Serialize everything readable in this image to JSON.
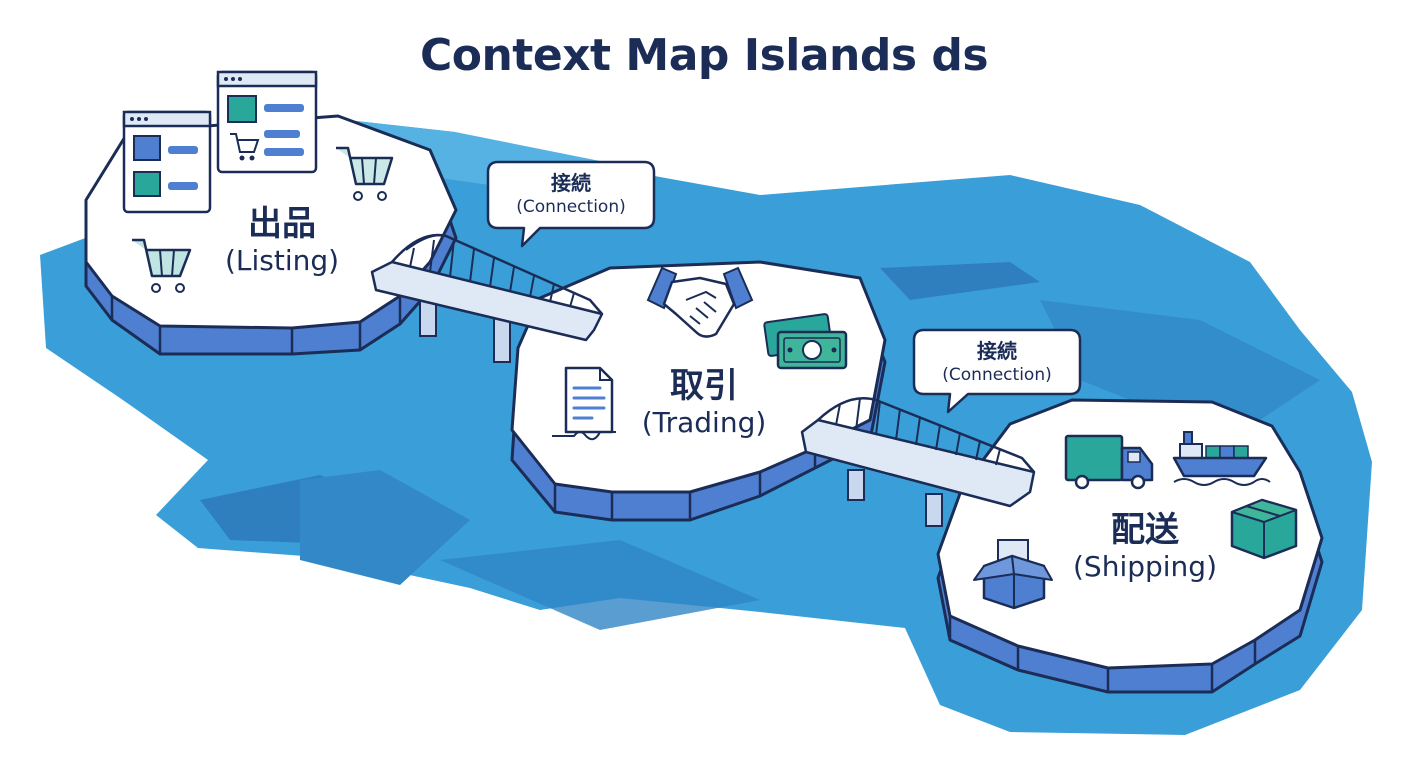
{
  "title": "Context Map Islands   ds",
  "islands": [
    {
      "ja": "出品",
      "en": "(Listing)"
    },
    {
      "ja": "取引",
      "en": "(Trading)"
    },
    {
      "ja": "配送",
      "en": "(Shipping)"
    }
  ],
  "connections": [
    {
      "ja": "接続",
      "en": "(Connection)"
    },
    {
      "ja": "接続",
      "en": "(Connection)"
    }
  ],
  "icons": [
    "browser-window-icon",
    "shopping-cart-icon",
    "handshake-icon",
    "money-bill-icon",
    "document-icon",
    "delivery-truck-icon",
    "cargo-ship-icon",
    "package-box-icon",
    "open-box-icon"
  ],
  "colors": {
    "water": "#3a9fd8",
    "water_dark": "#2f7fbf",
    "island_top": "#ffffff",
    "island_side": "#4f7fd0",
    "outline": "#1b2d57",
    "accent_teal": "#2aa79b",
    "bridge": "#dfe9f6"
  }
}
